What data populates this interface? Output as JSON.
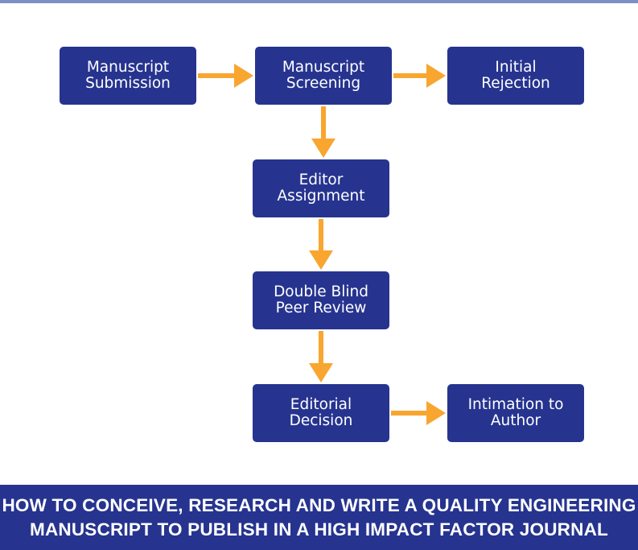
{
  "colors": {
    "box_fill": "#26348f",
    "arrow": "#f8a630",
    "banner_fill": "#26348f",
    "top_rule": "#7d8fc4",
    "text": "#ffffff",
    "background": "#ffffff"
  },
  "steps": [
    {
      "id": "manuscript-submission",
      "line1": "Manuscript",
      "line2": "Submission"
    },
    {
      "id": "manuscript-screening",
      "line1": "Manuscript",
      "line2": "Screening"
    },
    {
      "id": "initial-rejection",
      "line1": "Initial",
      "line2": "Rejection"
    },
    {
      "id": "editor-assignment",
      "line1": "Editor",
      "line2": "Assignment"
    },
    {
      "id": "double-blind-peer-review",
      "line1": "Double Blind",
      "line2": "Peer Review"
    },
    {
      "id": "editorial-decision",
      "line1": "Editorial",
      "line2": "Decision"
    },
    {
      "id": "intimation-to-author",
      "line1": "Intimation to",
      "line2": "Author"
    }
  ],
  "edges": [
    {
      "from": "manuscript-submission",
      "to": "manuscript-screening"
    },
    {
      "from": "manuscript-screening",
      "to": "initial-rejection"
    },
    {
      "from": "manuscript-screening",
      "to": "editor-assignment"
    },
    {
      "from": "editor-assignment",
      "to": "double-blind-peer-review"
    },
    {
      "from": "double-blind-peer-review",
      "to": "editorial-decision"
    },
    {
      "from": "editorial-decision",
      "to": "intimation-to-author"
    }
  ],
  "banner": {
    "line1": "HOW TO CONCEIVE, RESEARCH AND WRITE A QUALITY ENGINEERING",
    "line2": "MANUSCRIPT TO PUBLISH IN A HIGH IMPACT FACTOR JOURNAL"
  }
}
